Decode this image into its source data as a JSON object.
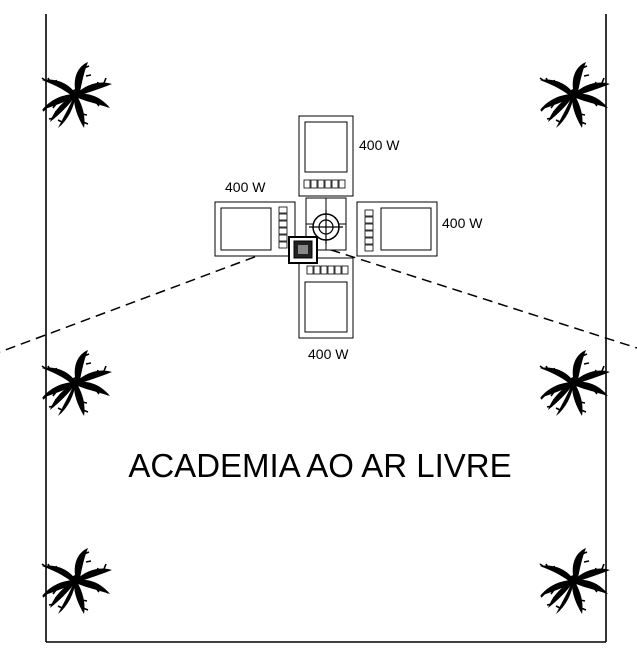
{
  "title": "ACADEMIA AO AR LIVRE",
  "luminaires": {
    "top": "400 W",
    "left": "400 W",
    "right": "400 W",
    "bottom": "400 W"
  },
  "palm_trees": {
    "count": 6,
    "icon": "palm-tree-icon"
  },
  "colors": {
    "line": "#000000",
    "background": "#ffffff"
  }
}
